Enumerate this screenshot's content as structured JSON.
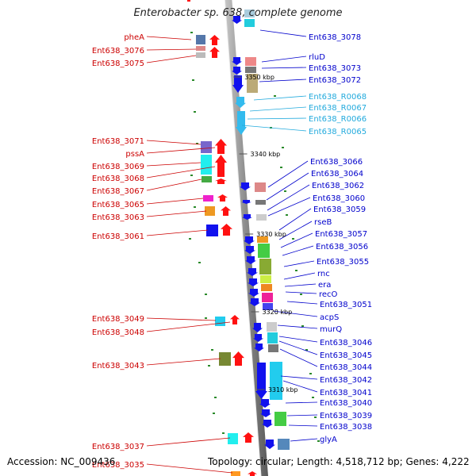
{
  "title": "Enterobacter sp. 638, complete genome",
  "footer": {
    "accession": "Accession: NC_009436",
    "summary": "Topology: circular; Length: 4,518,712 bp; Genes: 4,222"
  },
  "kbp_markers": [
    "3350 kbp",
    "3340 kbp",
    "3330 kbp",
    "3320 kbp",
    "3310 kbp"
  ],
  "colors": {
    "reverse_label": "#cc0000",
    "forward_label": "#0000cc",
    "rna_label": "#22aadd",
    "backbone": "#9a9a9a"
  },
  "left_labels": [
    "pheA",
    "Ent638_3076",
    "Ent638_3075",
    "Ent638_3071",
    "pssA",
    "Ent638_3069",
    "Ent638_3068",
    "Ent638_3067",
    "Ent638_3065",
    "Ent638_3063",
    "Ent638_3061",
    "Ent638_3049",
    "Ent638_3048",
    "Ent638_3043",
    "Ent638_3037",
    "Ent638_3035"
  ],
  "right_labels": [
    "Ent638_3078",
    "rluD",
    "Ent638_3073",
    "Ent638_3072",
    "Ent638_R0068",
    "Ent638_R0067",
    "Ent638_R0066",
    "Ent638_R0065",
    "Ent638_3066",
    "Ent638_3064",
    "Ent638_3062",
    "Ent638_3060",
    "Ent638_3059",
    "rseB",
    "Ent638_3057",
    "Ent638_3056",
    "Ent638_3055",
    "rnc",
    "era",
    "recO",
    "Ent638_3051",
    "acpS",
    "murQ",
    "Ent638_3046",
    "Ent638_3045",
    "Ent638_3044",
    "Ent638_3042",
    "Ent638_3041",
    "Ent638_3040",
    "Ent638_3039",
    "Ent638_3038",
    "glyA"
  ]
}
